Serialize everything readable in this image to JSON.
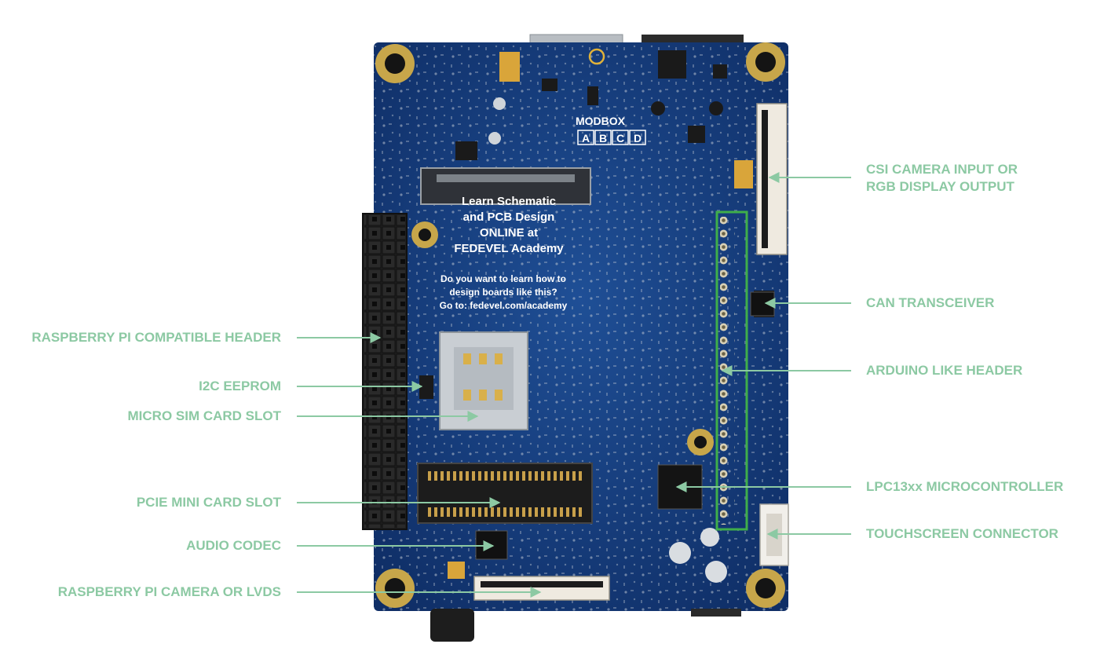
{
  "accent_color": "#8cc9a3",
  "board": {
    "logo_label": "MODBOX",
    "module_letters": [
      "A",
      "B",
      "C",
      "D"
    ],
    "promo_lines": [
      "Learn Schematic",
      "and PCB Design",
      "ONLINE at",
      "FEDEVEL Academy"
    ],
    "question_lines": [
      "Do you want to learn how to",
      "design boards like this?",
      "Go to: fedevel.com/academy"
    ]
  },
  "callouts": {
    "left": [
      {
        "id": "raspberry-pi-header",
        "text": "RASPBERRY PI COMPATIBLE HEADER"
      },
      {
        "id": "i2c-eeprom",
        "text": "I2C EEPROM"
      },
      {
        "id": "micro-sim-card-slot",
        "text": "MICRO SIM CARD SLOT"
      },
      {
        "id": "pcie-mini-card-slot",
        "text": "PCIE MINI CARD SLOT"
      },
      {
        "id": "audio-codec",
        "text": "AUDIO CODEC"
      },
      {
        "id": "raspberry-pi-camera-lvds",
        "text": "RASPBERRY PI CAMERA OR LVDS"
      }
    ],
    "right": [
      {
        "id": "csi-camera-rgb-output",
        "text": "CSI CAMERA INPUT OR\nRGB DISPLAY OUTPUT"
      },
      {
        "id": "can-transceiver",
        "text": "CAN TRANSCEIVER"
      },
      {
        "id": "arduino-like-header",
        "text": "ARDUINO LIKE HEADER"
      },
      {
        "id": "lpc13xx-microcontroller",
        "text": "LPC13xx MICROCONTROLLER"
      },
      {
        "id": "touchscreen-connector",
        "text": "TOUCHSCREEN CONNECTOR"
      }
    ]
  }
}
